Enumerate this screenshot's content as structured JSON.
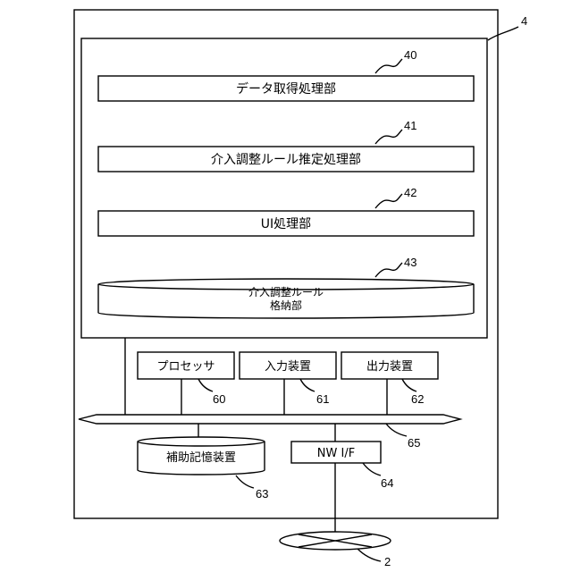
{
  "device": {
    "ref": "4"
  },
  "modules": [
    {
      "ref": "40",
      "label": "データ取得処理部"
    },
    {
      "ref": "41",
      "label": "介入調整ルール推定処理部"
    },
    {
      "ref": "42",
      "label": "UI処理部"
    }
  ],
  "rule_storage": {
    "ref": "43",
    "line1": "介入調整ルール",
    "line2": "格納部"
  },
  "processor": {
    "ref": "60",
    "label": "プロセッサ"
  },
  "input_device": {
    "ref": "61",
    "label": "入力装置"
  },
  "output_device": {
    "ref": "62",
    "label": "出力装置"
  },
  "bus": {
    "ref": "65"
  },
  "aux_storage": {
    "ref": "63",
    "label": "補助記憶装置"
  },
  "nw_if": {
    "ref": "64",
    "label": "NW I/F"
  },
  "network": {
    "ref": "2"
  }
}
